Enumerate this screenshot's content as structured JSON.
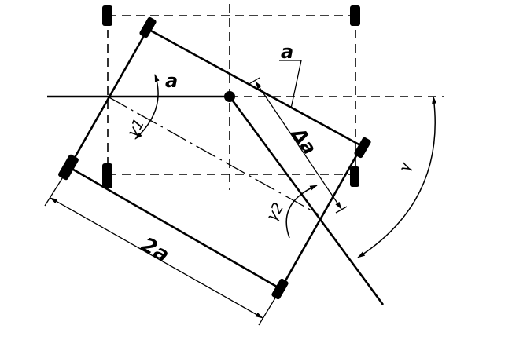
{
  "labels": {
    "a_top": "a",
    "a_left": "a",
    "gamma1": "γ1",
    "delta_a": "Δa",
    "gamma_right": "γ",
    "gamma2": "γ2",
    "two_a": "2a"
  }
}
